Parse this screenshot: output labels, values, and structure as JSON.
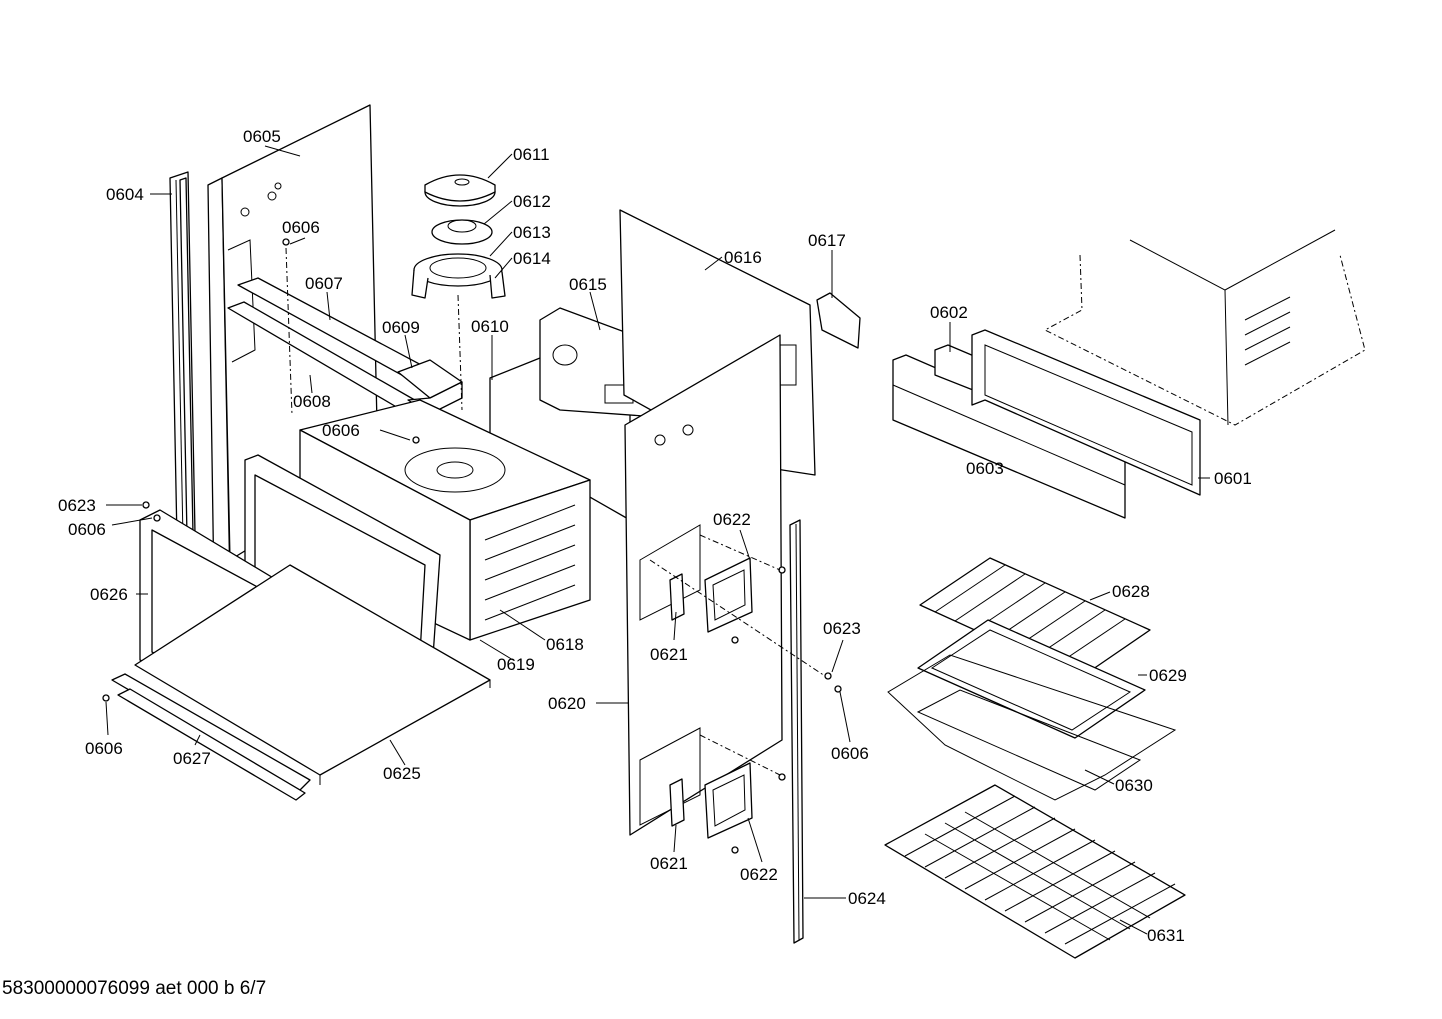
{
  "footer": "58300000076099 aet 000 b 6/7",
  "labels": {
    "p0601": "0601",
    "p0602": "0602",
    "p0603": "0603",
    "p0604": "0604",
    "p0605": "0605",
    "p0606": "0606",
    "p0607": "0607",
    "p0608": "0608",
    "p0609": "0609",
    "p0610": "0610",
    "p0611": "0611",
    "p0612": "0612",
    "p0613": "0613",
    "p0614": "0614",
    "p0615": "0615",
    "p0616": "0616",
    "p0617": "0617",
    "p0618": "0618",
    "p0619": "0619",
    "p0620": "0620",
    "p0621": "0621",
    "p0622": "0622",
    "p0623": "0623",
    "p0624": "0624",
    "p0625": "0625",
    "p0626": "0626",
    "p0627": "0627",
    "p0628": "0628",
    "p0629": "0629",
    "p0630": "0630",
    "p0631": "0631"
  }
}
